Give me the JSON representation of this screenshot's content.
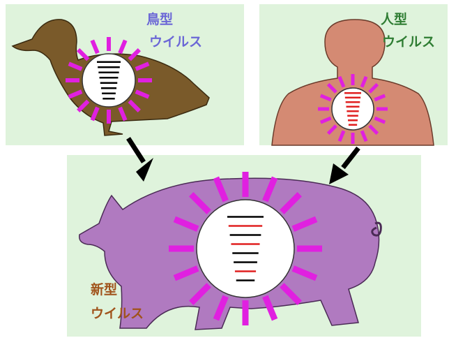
{
  "panels": {
    "bird": {
      "label_line1": "鳥型",
      "label_line2": "ウイルス",
      "bg": "#dff3dc",
      "label_color": "#6b67d6",
      "silhouette_color": "#7a5a2a",
      "segment_colors": [
        "#000000",
        "#000000",
        "#000000",
        "#000000",
        "#000000",
        "#000000",
        "#000000",
        "#000000"
      ]
    },
    "human": {
      "label_line1": "人型",
      "label_line2": "ウイルス",
      "bg": "#dff3dc",
      "label_color": "#2f7d33",
      "silhouette_color": "#d48a73",
      "segment_colors": [
        "#e02020",
        "#e02020",
        "#e02020",
        "#e02020",
        "#e02020",
        "#e02020",
        "#e02020",
        "#e02020"
      ]
    },
    "pig": {
      "label_line1": "新型",
      "label_line2": "ウイルス",
      "bg": "#dff3dc",
      "label_color": "#a0531b",
      "silhouette_color": "#b07ac0",
      "segment_colors": [
        "#000000",
        "#e02020",
        "#000000",
        "#e02020",
        "#000000",
        "#000000",
        "#e02020",
        "#000000"
      ]
    }
  },
  "colors": {
    "spike": "#e020e0",
    "arrow": "#000000",
    "virus_body": "#ffffff"
  }
}
